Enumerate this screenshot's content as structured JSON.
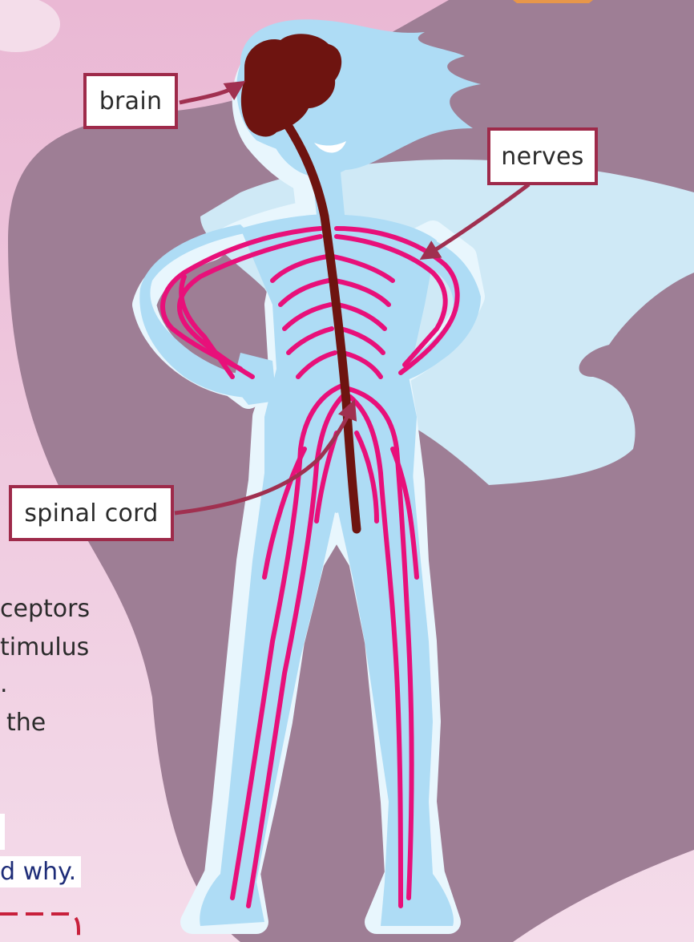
{
  "labels": {
    "brain": "brain",
    "nerves": "nerves",
    "spinal_cord": "spinal cord"
  },
  "partial_text": {
    "line1": "ceptors",
    "line2": "timulus",
    "line3": ".",
    "line4": "the",
    "question": "d why."
  },
  "colors": {
    "background_pink": "#ecc6dc",
    "shadow_mauve": "#9e7e95",
    "cape_light_blue": "#cfe9f6",
    "body_blue": "#aedcf5",
    "brain_brown": "#6e1410",
    "nerve_pink": "#e8107a",
    "label_border": "#9e2a4a",
    "arrow": "#a03050",
    "question_text": "#1e2d78"
  }
}
